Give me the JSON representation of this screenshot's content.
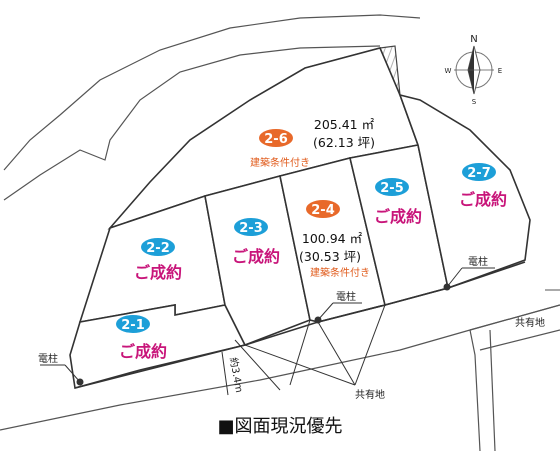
{
  "lots": [
    {
      "id": "2-1",
      "status": "ご成約",
      "badge_color": "#1d9fd8"
    },
    {
      "id": "2-2",
      "status": "ご成約",
      "badge_color": "#1d9fd8"
    },
    {
      "id": "2-3",
      "status": "ご成約",
      "badge_color": "#1d9fd8"
    },
    {
      "id": "2-4",
      "badge_color": "#e8692a",
      "area_m2": "100.94 ㎡",
      "area_tsubo": "(30.53 坪)",
      "condition": "建築条件付き"
    },
    {
      "id": "2-5",
      "status": "ご成約",
      "badge_color": "#1d9fd8"
    },
    {
      "id": "2-6",
      "badge_color": "#e8692a",
      "area_m2": "205.41 ㎡",
      "area_tsubo": "(62.13 坪)",
      "condition": "建築条件付き"
    },
    {
      "id": "2-7",
      "status": "ご成約",
      "badge_color": "#1d9fd8"
    }
  ],
  "labels": {
    "utility_pole": "電柱",
    "shared_land": "共有地",
    "road_width": "約3.4m"
  },
  "compass": {
    "n": "N",
    "s": "S",
    "e": "E",
    "w": "W"
  },
  "caption": "■図面現況優先",
  "colors": {
    "status_text": "#c8157a",
    "condition_text": "#e05a1a",
    "sold_badge": "#1d9fd8",
    "available_badge": "#e8692a"
  }
}
